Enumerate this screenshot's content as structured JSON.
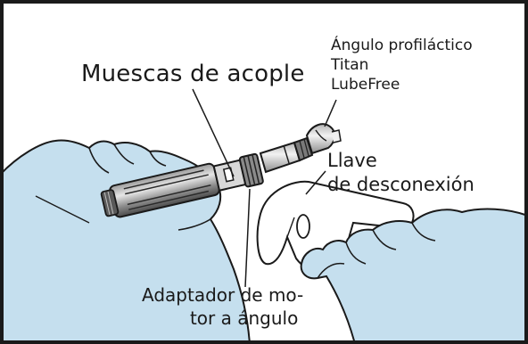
{
  "labels": {
    "coupling_notches": "Muescas de acople",
    "prophy_angle": {
      "line1": "Ángulo profiláctico",
      "line2": "Titan",
      "line3": "LubeFree"
    },
    "disconnect_key": {
      "line1": "Llave",
      "line2": "de desconexión"
    },
    "motor_adapter": {
      "line1": "Adaptador de mo-",
      "line2": "tor a ángulo"
    }
  },
  "colors": {
    "glove": "#c5dfee",
    "outline": "#1a1a1a",
    "handpiece_dark": "#555555",
    "handpiece_light": "#c9c9c9",
    "key": "#ffffff",
    "border": "#1a1a1a"
  }
}
